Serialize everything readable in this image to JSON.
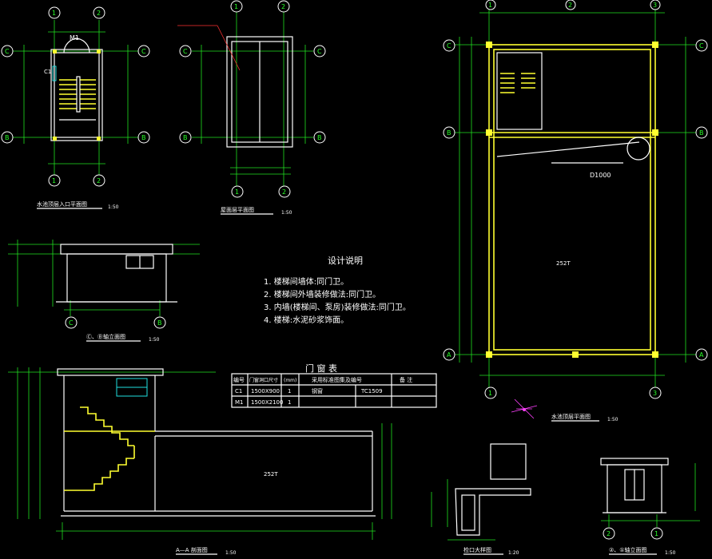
{
  "titles": {
    "stair_plan": "水池顶层入口平面图",
    "stair_plan_scale": "1:50",
    "roof_plan": "屋面层平面图",
    "roof_plan_scale": "1:50",
    "elev_cb": "Ⓒ、Ⓑ轴立面图",
    "elev_cb_scale": "1:50",
    "section": "A—A  剖面图",
    "section_scale": "1:50",
    "pool_plan": "水池顶层平面图",
    "pool_plan_scale": "1:50",
    "hatch_detail": "检口大样图",
    "hatch_detail_scale": "1:20",
    "elev_23": "②、①轴立面图",
    "elev_23_scale": "1:50"
  },
  "axes": [
    "1",
    "2",
    "3",
    "A",
    "B",
    "C"
  ],
  "stair_plan": {
    "door_tag": "M1",
    "window_tag": "C1"
  },
  "design_notes": {
    "title": "设计说明",
    "items": [
      "1.  楼梯间墙体:同门卫。",
      "2.  楼梯间外墙装修做法:同门卫。",
      "3.  内墙(楼梯间、泵房)装修做法:同门卫。",
      "4.  楼梯:水泥砂浆饰面。"
    ]
  },
  "door_window_table": {
    "title": "门 窗 表",
    "headers": [
      "编号",
      "门窗洞口尺寸",
      "(mm)",
      "采用标准图集及编号",
      "",
      "备  注"
    ],
    "rows": [
      [
        "C1",
        "1500X900",
        "1",
        "钢窗",
        "TC1509",
        ""
      ],
      [
        "M1",
        "1500X2100",
        "1",
        "",
        "",
        ""
      ]
    ]
  },
  "pool_plan": {
    "capacity_label": "252T",
    "pipe_label": "D1000"
  },
  "section": {
    "capacity_label": "252T"
  }
}
